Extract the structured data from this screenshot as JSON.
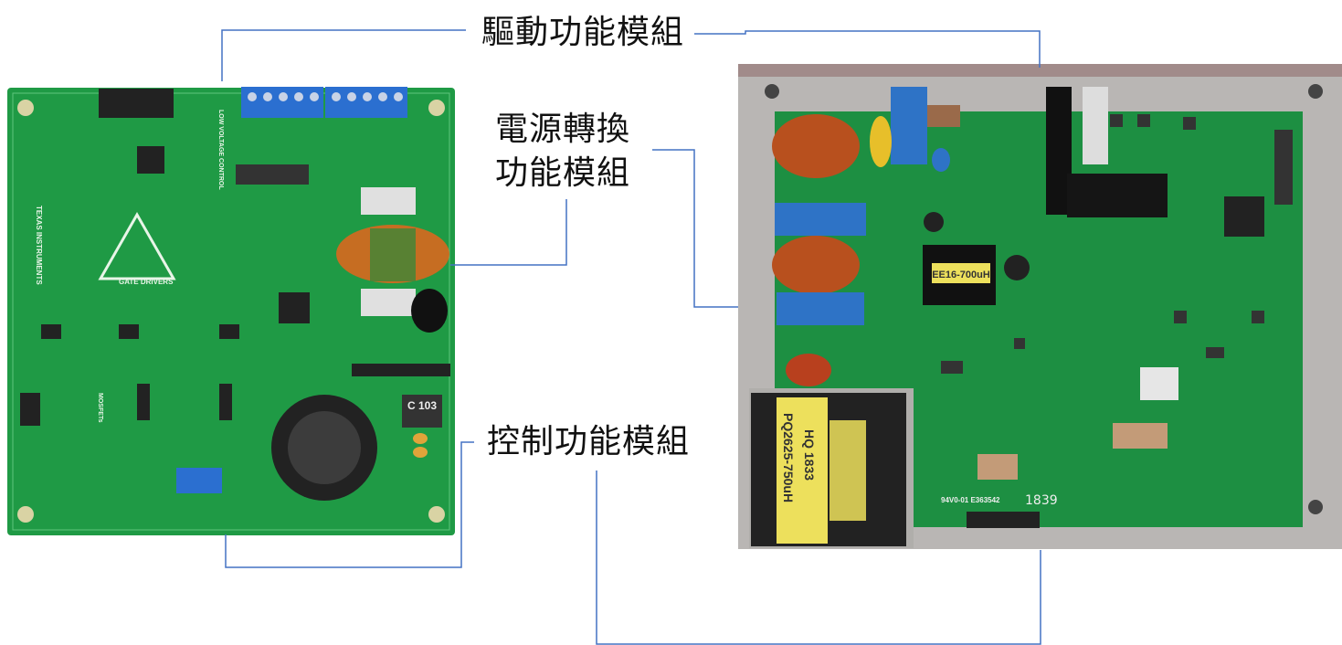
{
  "labels": {
    "drive_module": "驅動功能模組",
    "power_module_line1": "電源轉換",
    "power_module_line2": "功能模組",
    "control_module": "控制功能模組"
  },
  "left_board": {
    "brand": "TEXAS INSTRUMENTS",
    "section_gate": "GATE DRIVERS",
    "section_lv": "LOW VOLTAGE CONTROL",
    "inductor_mark": "C 103",
    "section_mosfet": "MOSFETs"
  },
  "right_board": {
    "transformer_small": "EE16-700uH",
    "transformer_large_line1": "PQ2625-750uH",
    "transformer_large_line2": "HQ 1833",
    "date_code": "1839",
    "lot_code": "94V0-01 E363542"
  },
  "colors": {
    "connector_line": "#4472c4",
    "pcb_green": "#1f9a45",
    "plate_gray": "#b9b6b4"
  }
}
